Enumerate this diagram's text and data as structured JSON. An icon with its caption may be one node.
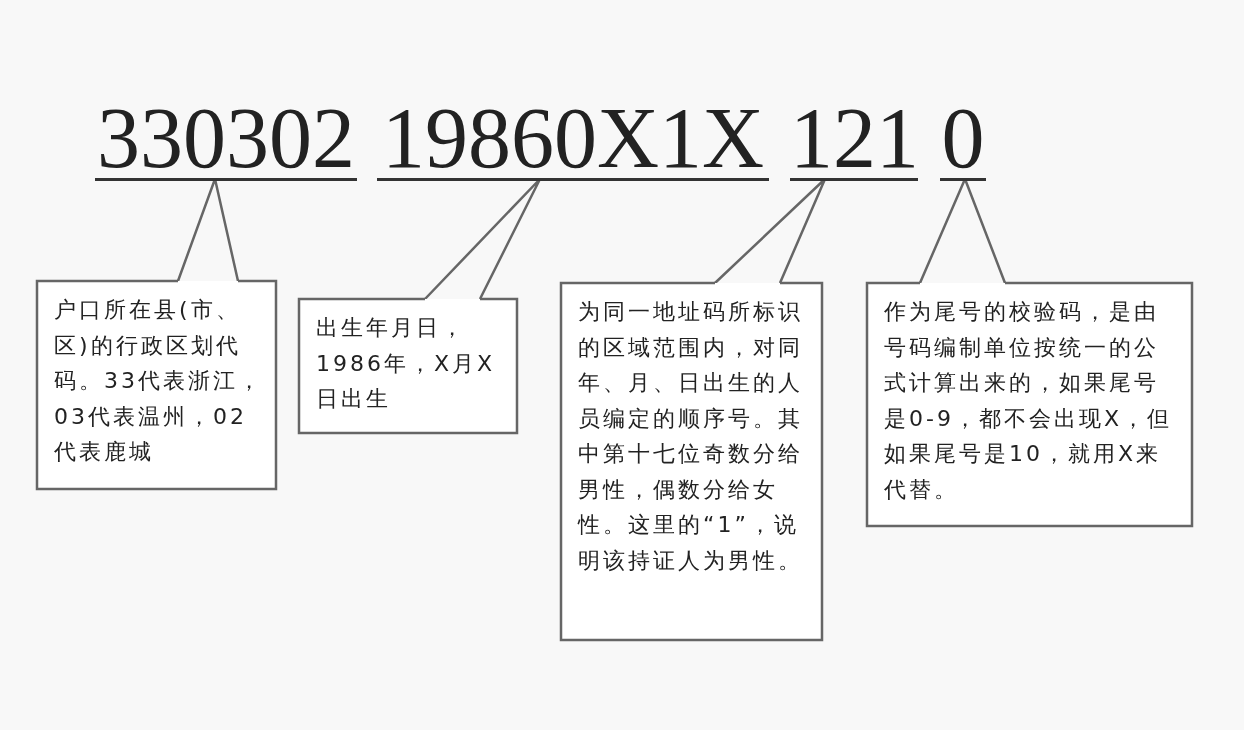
{
  "diagram": {
    "nodes": [
      {
        "text": [
          "330302"
        ]
      },
      {
        "text": [
          "19860X1X"
        ]
      },
      {
        "text": [
          "121"
        ]
      },
      {
        "text": [
          "0"
        ]
      },
      {
        "text": [
          "户口所在县(市、区)的行政区划代码。33代表浙江，03代表温州，02代表鹿城"
        ]
      },
      {
        "text": [
          "出生年月日，1986年，X月X日出生"
        ]
      },
      {
        "text": [
          "为同一地址码所标识的区域范围内，对同年、月、日出生的人员编定的顺序号。其中第十七位奇数分给男性，偶数分给女性。这里的“1”，说明该持证人为男性。"
        ]
      },
      {
        "text": [
          "作为尾号的校验码，是由号码编制单位按统一的公式计算出来的，如果尾号是0-9，都不会出现X，但如果尾号是10，就用X来代替。"
        ]
      }
    ],
    "edges": [
      {
        "from": 4,
        "to": 0,
        "arrow": "none"
      },
      {
        "from": 5,
        "to": 1,
        "arrow": "none"
      },
      {
        "from": 6,
        "to": 2,
        "arrow": "none"
      },
      {
        "from": 7,
        "to": 3,
        "arrow": "none"
      }
    ]
  }
}
